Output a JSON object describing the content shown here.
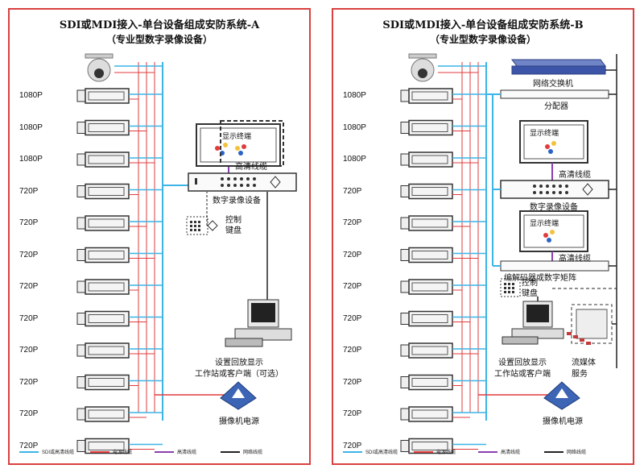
{
  "panels": [
    {
      "title": "SDI或MDI接入-单台设备组成安防系统-A",
      "subtitle": "（专业型数字录像设备）",
      "camera_labels": [
        "1080P",
        "1080P",
        "1080P",
        "720P",
        "720P",
        "720P",
        "720P",
        "720P",
        "720P",
        "720P",
        "720P",
        "720P"
      ],
      "display_label": "显示终端",
      "hd_cable_label": "高清线缆",
      "dvr_label": "数字录像设备",
      "keyboard_label": "控制\n键盘",
      "workstation_label": "设置回放显示\n工作站或客户端（可选）",
      "power_label": "摄像机电源"
    },
    {
      "title": "SDI或MDI接入-单台设备组成安防系统-B",
      "subtitle": "（专业型数字录像设备）",
      "camera_labels": [
        "1080P",
        "1080P",
        "1080P",
        "720P",
        "720P",
        "720P",
        "720P",
        "720P",
        "720P",
        "720P",
        "720P",
        "720P"
      ],
      "switch_label": "网络交换机",
      "distributor_label": "分配器",
      "display_label_1": "显示终端",
      "hd_cable_label_1": "高清线缆",
      "dvr_label": "数字录像设备",
      "display_label_2": "显示终端",
      "hd_cable_label_2": "高清线缆",
      "matrix_label": "编解码器或数字矩阵",
      "keyboard_label": "控制\n键盘",
      "workstation_label": "设置回放显示\n工作站或客户端",
      "media_label": "流媒体\n服务",
      "power_label": "摄像机电源"
    }
  ],
  "legend": [
    "SDI或高清线缆",
    "电源线缆",
    "高清线缆",
    "网络线缆"
  ],
  "colors": {
    "sdi": "#3cb4e6",
    "power": "#e23b3b",
    "hd": "#8a3fb0",
    "network": "#222222",
    "border": "#d9403f"
  }
}
